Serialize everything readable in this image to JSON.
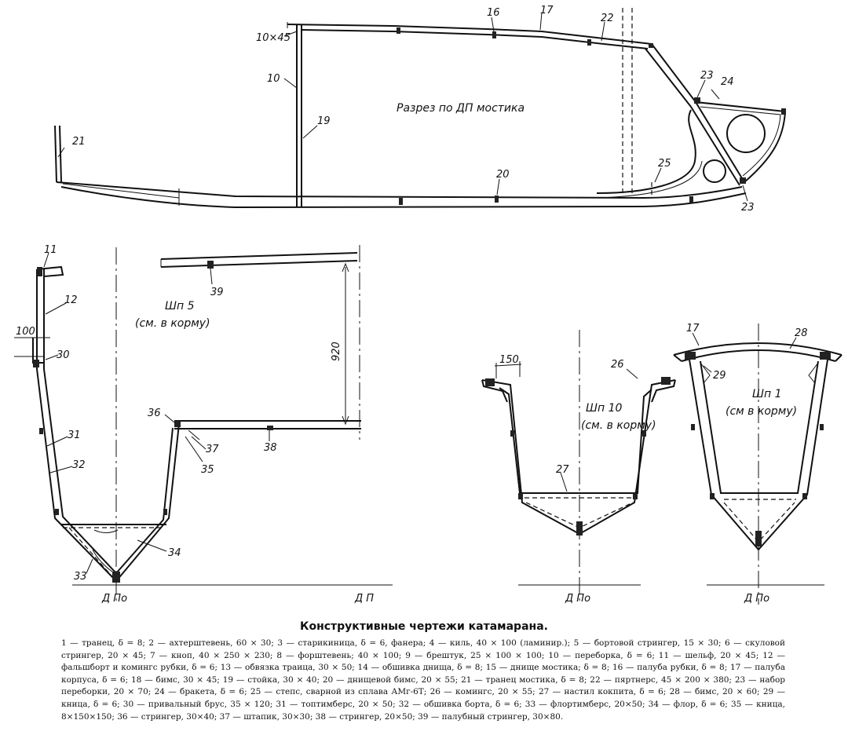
{
  "top_view": {
    "title": "Разрез по ДП мостика",
    "labels": {
      "l10x45": "10×45",
      "l10": "10",
      "l16": "16",
      "l17": "17",
      "l19": "19",
      "l20": "20",
      "l21": "21",
      "l22": "22",
      "l23a": "23",
      "l23b": "23",
      "l24": "24",
      "l25": "25"
    }
  },
  "frame5": {
    "title": "Шп 5",
    "subtitle": "(см. в корму)",
    "dimension": "920",
    "dim100": "100",
    "baseline_label": "Д По",
    "dp_label": "Д П",
    "labels": {
      "l11": "11",
      "l12": "12",
      "l30": "30",
      "l31": "31",
      "l32": "32",
      "l33": "33",
      "l34": "34",
      "l35": "35",
      "l36": "36",
      "l37": "37",
      "l38": "38",
      "l39": "39"
    }
  },
  "frame10": {
    "title": "Шп 10",
    "subtitle": "(см. в корму)",
    "dim150": "150",
    "baseline_label": "Д По",
    "labels": {
      "l26": "26",
      "l27": "27"
    }
  },
  "frame1": {
    "title": "Шп 1",
    "subtitle": "(см в корму)",
    "baseline_label": "Д По",
    "labels": {
      "l17": "17",
      "l28": "28",
      "l29": "29"
    }
  },
  "caption": "Конструктивные чертежи катамарана.",
  "legend": "1 — транец, δ = 8; 2 — ахтерштевень, 60 × 30; 3 — старикиница, δ = 6, фанера; 4 — киль, 40 × 100 (ламинир.); 5 — бортовой стрингер, 15 × 30; 6 — скуловой стрингер, 20 × 45; 7 — кноп, 40 × 250 × 230; 8 — форштевень; 40 × 100; 9 — брештук, 25 × 100 × 100; 10 — переборка, δ = 6; 11 — шельф, 20 × 45; 12 — фальшборт и комингс рубки, δ = 6; 13 — обвязка траица, 30 × 50; 14 — обшивка днища, δ = 8; 15 — днище мостика; δ = 8; 16 — палуба рубки, δ = 8; 17 — палуба корпуса, δ = 6; 18 — бимс, 30 × 45; 19 — стойка, 30 × 40; 20 — днищевой бимс, 20 × 55; 21 — транец мостика, δ = 8; 22 — пяртнерс, 45 × 200 × 380; 23 — набор переборки, 20 × 70; 24 — бракета, δ = 6; 25 — степс, сварной из сплава АМг-6Т; 26 — комингс, 20 × 55; 27 — настил кокпита, δ = 6; 28 — бимс, 20 × 60; 29 — кница, δ = 6; 30 — привальный брус, 35 × 120; 31 — топтимберс, 20 × 50; 32 — обшивка борта, δ = 6; 33 — флортимберс, 20×50; 34 — флор, δ = 6; 35 — кница, 8×150×150; 36 — стрингер, 30×40; 37 — штапик, 30×30; 38 — стрингер, 20×50; 39 — палубный стрингер, 30×80."
}
